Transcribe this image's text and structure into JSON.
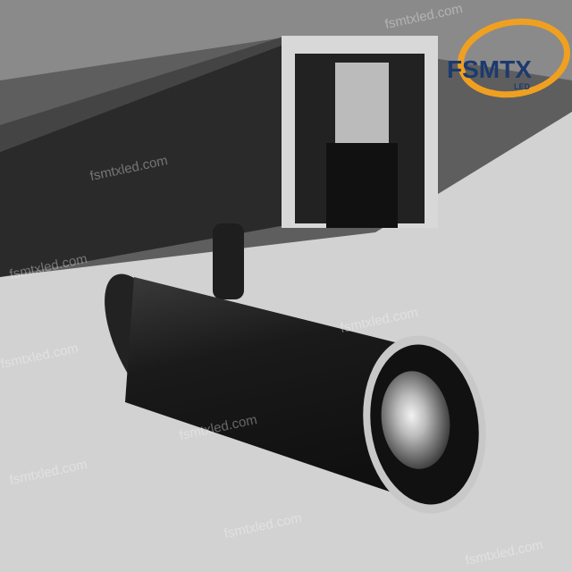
{
  "logo": {
    "brand": "FSMTX",
    "sub": "LED",
    "brand_color": "#1d3a6e",
    "swoosh_color": "#f0a020"
  },
  "watermark": "fsmtxled.com",
  "colors": {
    "wall": "#d2d2d2",
    "ceiling": "#5a5a5a",
    "fixture": "#1c1c1c"
  }
}
